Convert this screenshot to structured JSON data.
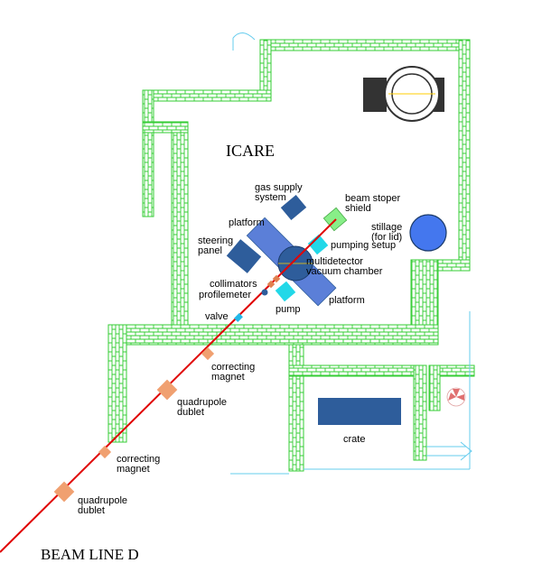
{
  "colors": {
    "wall_stroke": "#33cc33",
    "wall_fill": "#ffffff",
    "beam": "#e00000",
    "dark_blue": "#2e5d9b",
    "mid_blue": "#5b7fd8",
    "cyan": "#22d8e8",
    "orange": "#f0a070",
    "green_box": "#88ee88",
    "light_blue_lines": "#66ccee"
  },
  "labels": {
    "room_title": "ICARE",
    "beam_line": "BEAM LINE  D",
    "gas_supply_1": "gas supply",
    "gas_supply_2": "system",
    "beam_stoper_1": "beam stoper",
    "beam_stoper_2": "shield",
    "platform_top": "platform",
    "stillage_1": "stillage",
    "stillage_2": "(for lid)",
    "steering_1": "steering",
    "steering_2": "panel",
    "pumping_setup": "pumping setup",
    "multidetector_1": "multidetector",
    "multidetector_2": "vacuum chamber",
    "collimators": "collimators",
    "profilemeter": "profilemeter",
    "platform_bottom": "platform",
    "pump": "pump",
    "valve": "valve",
    "correcting_magnet_a_1": "correcting",
    "correcting_magnet_a_2": "magnet",
    "quadrupole_a_1": "quadrupole",
    "quadrupole_a_2": "dublet",
    "crate": "crate",
    "correcting_magnet_b_1": "correcting",
    "correcting_magnet_b_2": "magnet",
    "quadrupole_b_1": "quadrupole",
    "quadrupole_b_2": "dublet"
  }
}
